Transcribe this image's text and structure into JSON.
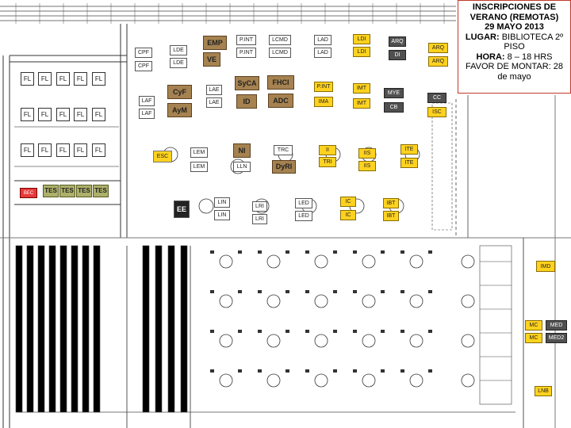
{
  "info_box": {
    "title": "INSCRIPCIONES DE VERANO (REMOTAS)",
    "date": "29 MAYO 2013",
    "place_label": "LUGAR:",
    "place_value": "BIBLIOTECA 2º PISO",
    "time_label": "HORA:",
    "time_value": "8 – 18 HRS",
    "setup_note": "FAVOR DE MONTAR: 28 de mayo"
  },
  "colors": {
    "highlight_yellow": "#ffd21f",
    "olive": "#adb06a",
    "brown": "#a58250",
    "dark_gray": "#505050",
    "red": "#e63a3a",
    "border_red": "#c0392b"
  },
  "labels": {
    "fl": "FL",
    "bec": "BEC",
    "tes": "TES",
    "cpf": "CPF",
    "lde": "LDE",
    "emp": "EMP",
    "ve": "VE",
    "pint": "P.INT",
    "lcmd": "LCMD",
    "lad": "LAD",
    "ldi": "LDI",
    "arq": "ARQ",
    "di": "DI",
    "laf": "LAF",
    "lae": "LAE",
    "cyf": "CyF",
    "aym": "AyM",
    "syca": "SyCA",
    "fhci": "FHCI",
    "id": "ID",
    "adc": "ADC",
    "pint2": "P.INT",
    "ima": "IMA",
    "imt": "IMT",
    "mye": "MYE",
    "cb": "CB",
    "cc": "CC",
    "isc": "ISC",
    "esc": "ESC",
    "lem": "LEM",
    "ni": "NI",
    "lln": "LLN",
    "trc": "TRC",
    "dyri": "DyRI",
    "ii": "II",
    "tri": "TRI",
    "iis": "IIS",
    "ite": "ITE",
    "ee": "EE",
    "lin": "LIN",
    "lri": "LRI",
    "led": "LED",
    "ic": "IC",
    "ibt": "IBT",
    "imd": "IMD",
    "mc": "MC",
    "med": "MED",
    "med2": "MED2",
    "lnb": "LNB"
  }
}
